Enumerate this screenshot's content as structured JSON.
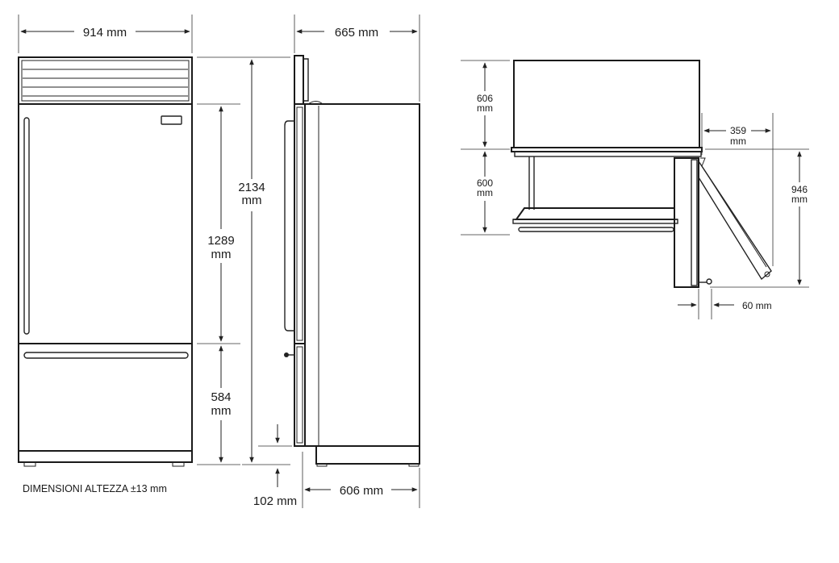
{
  "dimensions": {
    "front_width": "914 mm",
    "side_depth_total": "665 mm",
    "height_total_value": "2134",
    "height_total_unit": "mm",
    "fridge_height_value": "1289",
    "fridge_height_unit": "mm",
    "freezer_height_value": "584",
    "freezer_height_unit": "mm",
    "toe_kick": "102 mm",
    "cabinet_depth": "606 mm",
    "top_depth_value": "606",
    "top_depth_unit": "mm",
    "drawer_extension_value": "600",
    "drawer_extension_unit": "mm",
    "door_clearance_value": "359",
    "door_clearance_unit": "mm",
    "door_swing_value": "946",
    "door_swing_unit": "mm",
    "hinge_offset": "60 mm"
  },
  "notes": {
    "height_tolerance": "DIMENSIONI ALTEZZA ±13 mm"
  }
}
